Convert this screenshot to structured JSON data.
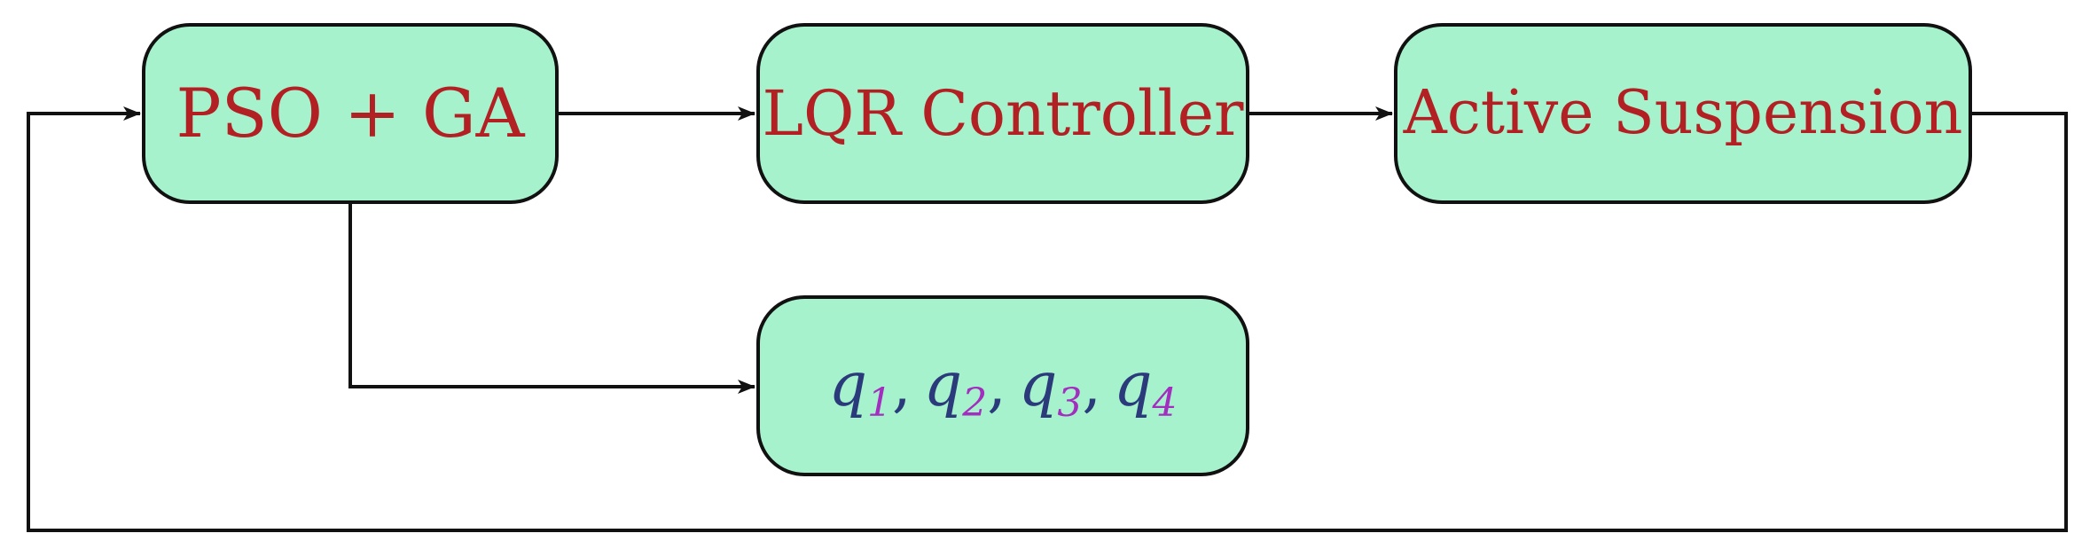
{
  "diagram": {
    "nodes": {
      "pso_ga": {
        "label": "PSO + GA"
      },
      "lqr": {
        "label": "LQR Controller"
      },
      "active": {
        "label": "Active Suspension"
      },
      "weights": {
        "items": [
          {
            "var": "q",
            "sub": "1"
          },
          {
            "var": "q",
            "sub": "2"
          },
          {
            "var": "q",
            "sub": "3"
          },
          {
            "var": "q",
            "sub": "4"
          }
        ]
      }
    },
    "edges": [
      {
        "from": "pso_ga",
        "to": "lqr"
      },
      {
        "from": "lqr",
        "to": "active"
      },
      {
        "from": "pso_ga",
        "to": "weights"
      },
      {
        "from": "active",
        "to": "pso_ga",
        "kind": "feedback"
      }
    ],
    "colors": {
      "box_fill": "#a6f2cc",
      "box_stroke": "#111111",
      "label_text": "#b22024",
      "variable_text": "#2a3a7a",
      "subscript_text": "#a32dbf",
      "line": "#111111"
    }
  }
}
